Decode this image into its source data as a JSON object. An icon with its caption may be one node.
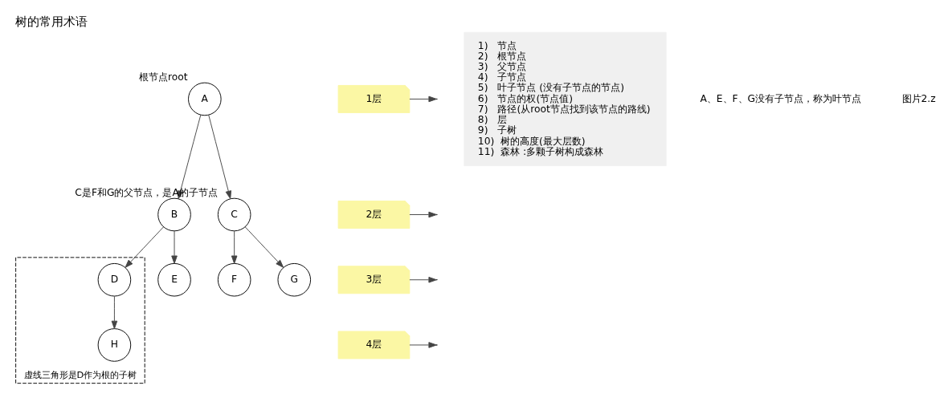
{
  "diagram": {
    "title": "树的常用术语",
    "nodes": [
      {
        "text": [
          "A"
        ],
        "beside": [
          "根节点root"
        ]
      },
      {
        "text": [
          "B"
        ]
      },
      {
        "text": [
          "C"
        ],
        "beside": [
          "C是F和G的父节点，是A的子节点"
        ]
      },
      {
        "text": [
          "虚线三角形是D作为根的子树"
        ]
      },
      {
        "text": [
          "D"
        ],
        "in": 3
      },
      {
        "text": [
          "E"
        ]
      },
      {
        "text": [
          "F"
        ]
      },
      {
        "text": [
          "G"
        ]
      },
      {
        "text": [
          "H"
        ],
        "in": 3
      },
      {
        "text": [
          "1层"
        ]
      },
      {
        "text": [
          "2层"
        ]
      },
      {
        "text": [
          "3层"
        ]
      },
      {
        "text": [
          "4层"
        ]
      },
      {
        "text": [
          "1)　节点",
          "2)　根节点",
          "3)　父节点",
          "4)　子节点",
          "5)　叶子节点 (没有子节点的节点)",
          "6)　节点的权(节点值)",
          "7)　路径(从root节点找到该节点的路线)",
          "8)　层",
          "9)　子树",
          "10)  树的高度(最大层数)",
          "11)  森林 :多颗子树构成森林"
        ]
      }
    ],
    "edges": [
      {
        "from": 0,
        "to": 1,
        "arrow": "to"
      },
      {
        "from": 0,
        "to": 2,
        "arrow": "to"
      },
      {
        "from": 1,
        "to": 4,
        "arrow": "to"
      },
      {
        "from": 1,
        "to": 5,
        "arrow": "to"
      },
      {
        "from": 2,
        "to": 6,
        "arrow": "to"
      },
      {
        "from": 2,
        "to": 7,
        "arrow": "to"
      },
      {
        "from": 4,
        "to": 8,
        "arrow": "to"
      },
      {
        "from": 9,
        "to": null,
        "arrow": "to"
      },
      {
        "from": 10,
        "to": null,
        "arrow": "to"
      },
      {
        "from": 11,
        "to": null,
        "arrow": "to"
      },
      {
        "from": 12,
        "to": null,
        "arrow": "to"
      }
    ],
    "labels": [
      "A、E、F、G没有子节点，称为叶节点",
      "图片2.z"
    ]
  }
}
